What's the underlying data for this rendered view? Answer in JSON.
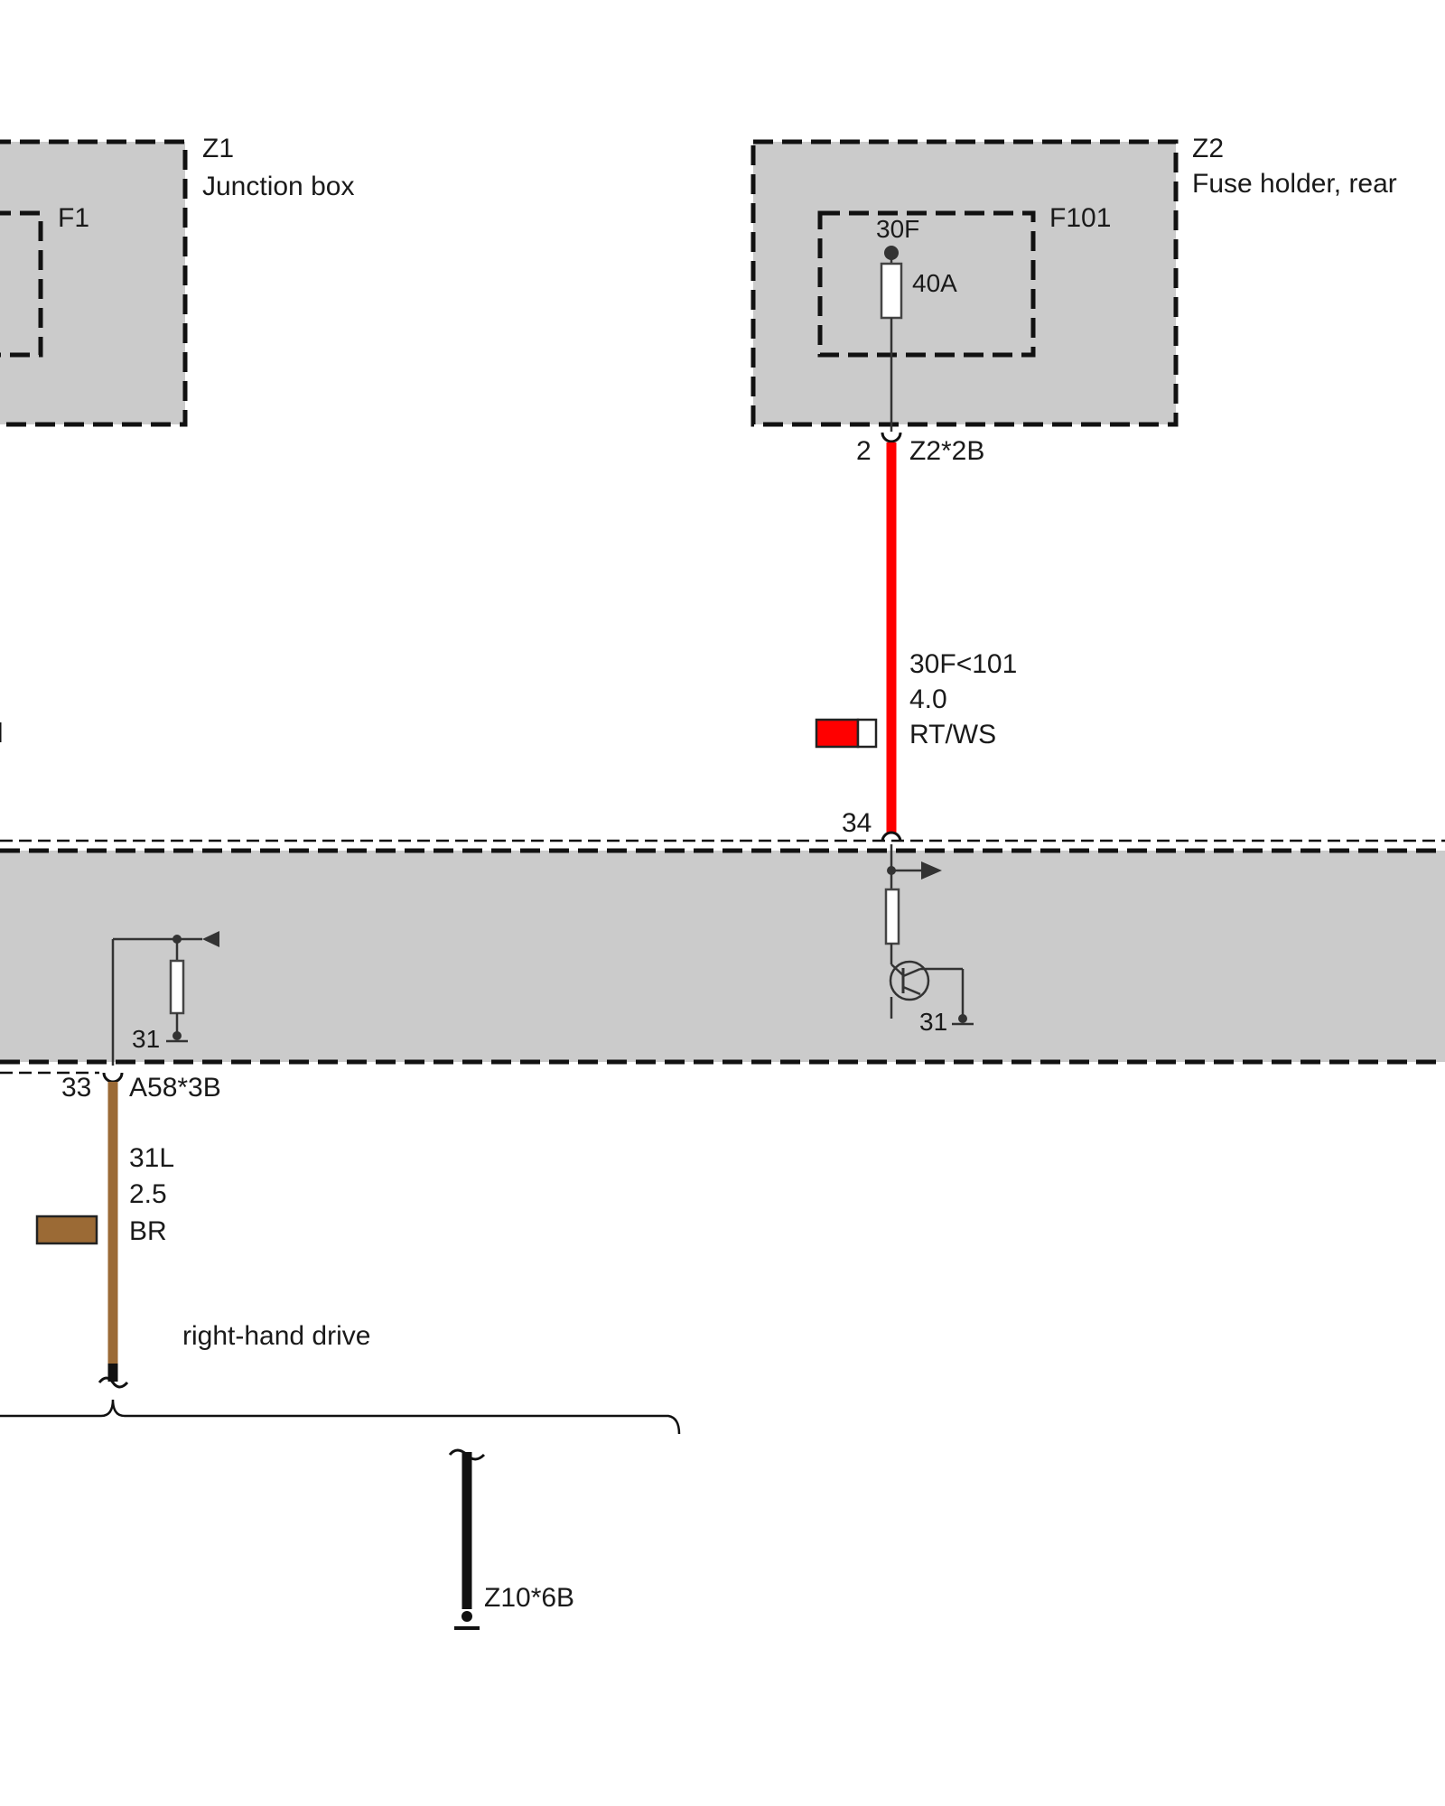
{
  "components": {
    "z1": {
      "id": "Z1",
      "name": "Junction box",
      "fuse_id": "F1"
    },
    "z2": {
      "id": "Z2",
      "name": "Fuse holder, rear",
      "fuse_id": "F101",
      "fuse_terminal": "30F",
      "fuse_rating": "40A"
    }
  },
  "connectors": {
    "z2_2b": {
      "pin": "2",
      "name": "Z2*2B"
    },
    "module_top": {
      "pin": "34"
    },
    "a58_3b": {
      "pin": "33",
      "name": "A58*3B"
    },
    "z10_6b": {
      "name": "Z10*6B"
    }
  },
  "wires": {
    "red": {
      "signal": "30F<101",
      "gauge": "4.0",
      "color_code": "RT/WS",
      "color": "#ff0000",
      "stripe": "#ffffff"
    },
    "brown": {
      "signal": "31L",
      "gauge": "2.5",
      "color_code": "BR",
      "color": "#9b6a35"
    }
  },
  "module": {
    "ground_left": "31",
    "ground_right": "31"
  },
  "notes": {
    "variant": "right-hand drive"
  },
  "colors": {
    "housing_fill": "#cbcbcb",
    "dash": "#111111"
  }
}
